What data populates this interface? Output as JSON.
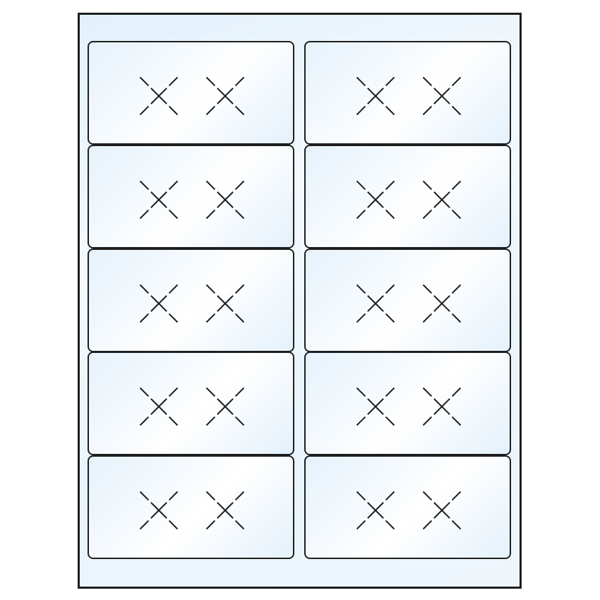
{
  "sheet": {
    "type": "label-sheet",
    "columns": 2,
    "rows": 5,
    "label_count": 10,
    "colors": {
      "border": "#1e1e1e",
      "tint": "#e3f1fb",
      "mark": "#1e1e1e"
    },
    "labels": [
      {
        "row": 1,
        "col": 1,
        "marks": [
          "X",
          "X"
        ]
      },
      {
        "row": 1,
        "col": 2,
        "marks": [
          "X",
          "X"
        ]
      },
      {
        "row": 2,
        "col": 1,
        "marks": [
          "X",
          "X"
        ]
      },
      {
        "row": 2,
        "col": 2,
        "marks": [
          "X",
          "X"
        ]
      },
      {
        "row": 3,
        "col": 1,
        "marks": [
          "X",
          "X"
        ]
      },
      {
        "row": 3,
        "col": 2,
        "marks": [
          "X",
          "X"
        ]
      },
      {
        "row": 4,
        "col": 1,
        "marks": [
          "X",
          "X"
        ]
      },
      {
        "row": 4,
        "col": 2,
        "marks": [
          "X",
          "X"
        ]
      },
      {
        "row": 5,
        "col": 1,
        "marks": [
          "X",
          "X"
        ]
      },
      {
        "row": 5,
        "col": 2,
        "marks": [
          "X",
          "X"
        ]
      }
    ],
    "mark_icon": "dashed-x-mark-icon"
  }
}
